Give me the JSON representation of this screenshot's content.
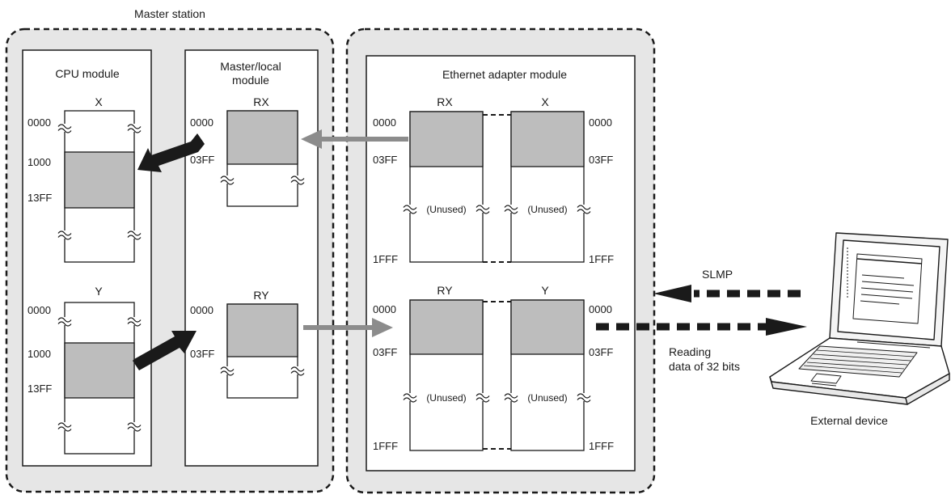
{
  "master_station": {
    "title": "Master station",
    "cpu_module": {
      "title": "CPU module",
      "x_label": "X",
      "y_label": "Y",
      "x_addresses": [
        "0000",
        "1000",
        "13FF"
      ],
      "y_addresses": [
        "0000",
        "1000",
        "13FF"
      ]
    },
    "master_local_module": {
      "title_line1": "Master/local",
      "title_line2": "module",
      "rx_label": "RX",
      "ry_label": "RY",
      "rx_addresses": [
        "0000",
        "03FF"
      ],
      "ry_addresses": [
        "0000",
        "03FF"
      ]
    }
  },
  "ethernet_adapter": {
    "title": "Ethernet adapter module",
    "rx_label": "RX",
    "x_label": "X",
    "ry_label": "RY",
    "y_label": "Y",
    "unused_label": "(Unused)",
    "left_addresses": [
      "0000",
      "03FF",
      "1FFF"
    ],
    "right_addresses": [
      "0000",
      "03FF",
      "1FFF"
    ]
  },
  "external": {
    "protocol_label": "SLMP",
    "reading_line1": "Reading",
    "reading_line2": "data of 32 bits",
    "device_label": "External device"
  },
  "colors": {
    "shade": "#bdbdbd",
    "panel_bg": "#e6e6e6",
    "black_arrow": "#1a1a1a",
    "gray_arrow": "#8c8c8c"
  }
}
